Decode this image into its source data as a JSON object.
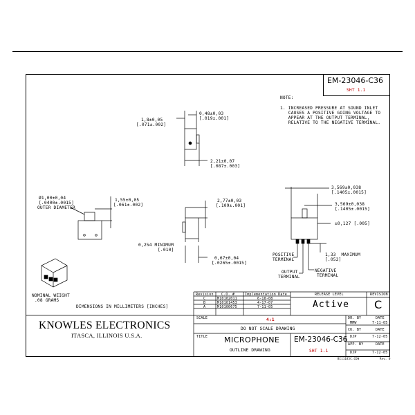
{
  "header": {
    "doc_number": "EM-23046-C36",
    "sheet": "SHT 1.1"
  },
  "note": {
    "title": "NOTE:",
    "lines": [
      "1. INCREASED PRESSURE AT SOUND INLET",
      "   CAUSES A POSITIVE GOING VOLTAGE TO",
      "   APPEAR AT THE OUTPUT TERMINAL,",
      "   RELATIVE TO THE NEGATIVE TERMINAL."
    ]
  },
  "dims": {
    "d1_a": "1,8±0,05",
    "d1_b": "[.071±.002]",
    "d2_a": "0,48±0,03",
    "d2_b": "[.019±.001]",
    "d3_a": "2,21±0,07",
    "d3_b": "[.087±.003]",
    "d4_a": "Ø1,00±0,04",
    "d4_b": "[.0400±.0015]",
    "d4_c": "OUTER DIAMETER",
    "d5_a": "1,55±0,05",
    "d5_b": "[.061±.002]",
    "d6_a": "2,77±0,03",
    "d6_b": "[.109±.001]",
    "d7_a": "0,254 MINIMUM",
    "d7_b": "[.010]",
    "d8_a": "0,67±0,04",
    "d8_b": "[.0265±.0015]",
    "d9_a": "3,569±0,038",
    "d9_b": "[.1405±.0015]",
    "d10_a": "3,569±0,038",
    "d10_b": "[.1405±.0015]",
    "d11": "±0,127 [.005]",
    "d12_a": "1,33  MAXIMUM",
    "d12_b": "[.052]"
  },
  "terminals": {
    "positive_1": "POSITIVE",
    "positive_2": "TERMINAL",
    "output_1": "OUTPUT",
    "output_2": "TERMINAL",
    "negative_1": "NEGATIVE",
    "negative_2": "TERMINAL"
  },
  "weight": {
    "line1": "NOMINAL WEIGHT",
    "line2": ".08 GRAMS"
  },
  "units_note": "DIMENSIONS IN MILLIMETERS [INCHES]",
  "revisions": {
    "headers": [
      "Revision",
      "C.O. #",
      "Implementation Date"
    ],
    "rows": [
      [
        "C",
        "M10102011",
        "6-10-08"
      ],
      [
        "B",
        "M10101453",
        "4-17-07"
      ],
      [
        "A",
        "M10100675",
        "7-11-05"
      ]
    ]
  },
  "release": {
    "label": "RELEASE LEVEL",
    "value": "Active",
    "rev_label": "REVISION",
    "rev_value": "C"
  },
  "company": {
    "name": "KNOWLES ELECTRONICS",
    "location": "ITASCA, ILLINOIS U.S.A."
  },
  "scale": {
    "label": "SCALE",
    "value": "4:1"
  },
  "do_not_scale": "DO NOT SCALE DRAWING",
  "title_block": {
    "title_label": "TITLE",
    "title": "MICROPHONE",
    "subtitle": "OUTLINE DRAWING",
    "doc_number": "EM-23046-C36",
    "sheet": "SHT 1.1"
  },
  "approvals": {
    "rows": [
      [
        "DR. BY",
        "DATE"
      ],
      [
        "MMW",
        "7-11-05"
      ],
      [
        "CK. BY",
        "DATE"
      ],
      [
        "DJP",
        "7-12-05"
      ],
      [
        "APP. BY",
        "DATE"
      ],
      [
        "DJP",
        "7-12-05"
      ]
    ]
  },
  "footer": {
    "code": "BI11185C.CDW",
    "rev": "Rev. 0"
  }
}
